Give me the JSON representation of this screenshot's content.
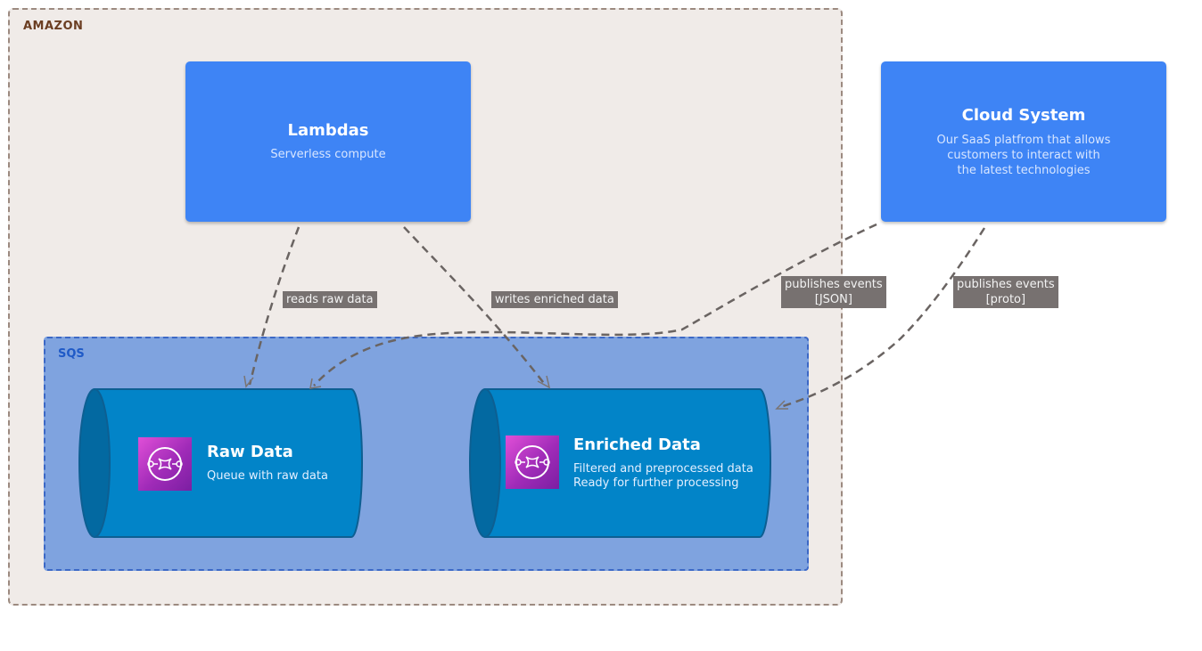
{
  "groups": {
    "amazon": {
      "label": "AMAZON"
    },
    "sqs": {
      "label": "SQS"
    }
  },
  "systems": {
    "lambdas": {
      "title": "Lambdas",
      "description": "Serverless compute"
    },
    "cloud": {
      "title": "Cloud System",
      "description": "Our SaaS platfrom that allows\ncustomers to interact with\nthe latest technologies"
    }
  },
  "queues": {
    "raw": {
      "title": "Raw Data",
      "description": "Queue with raw data",
      "icon": "sqs-queue-icon"
    },
    "enriched": {
      "title": "Enriched Data",
      "description": "Filtered and preprocessed data\nReady for further processing",
      "icon": "sqs-queue-icon"
    }
  },
  "edges": {
    "reads": "reads raw data",
    "writes": "writes enriched data",
    "json": "publishes events\n[JSON]",
    "proto": "publishes events\n[proto]"
  },
  "colors": {
    "system": "#3e84f5",
    "queue": "#0284c8",
    "amazon_bg": "#f0ebe8",
    "sqs_bg": "#7fa3df",
    "edge_label_bg": "#777170"
  }
}
